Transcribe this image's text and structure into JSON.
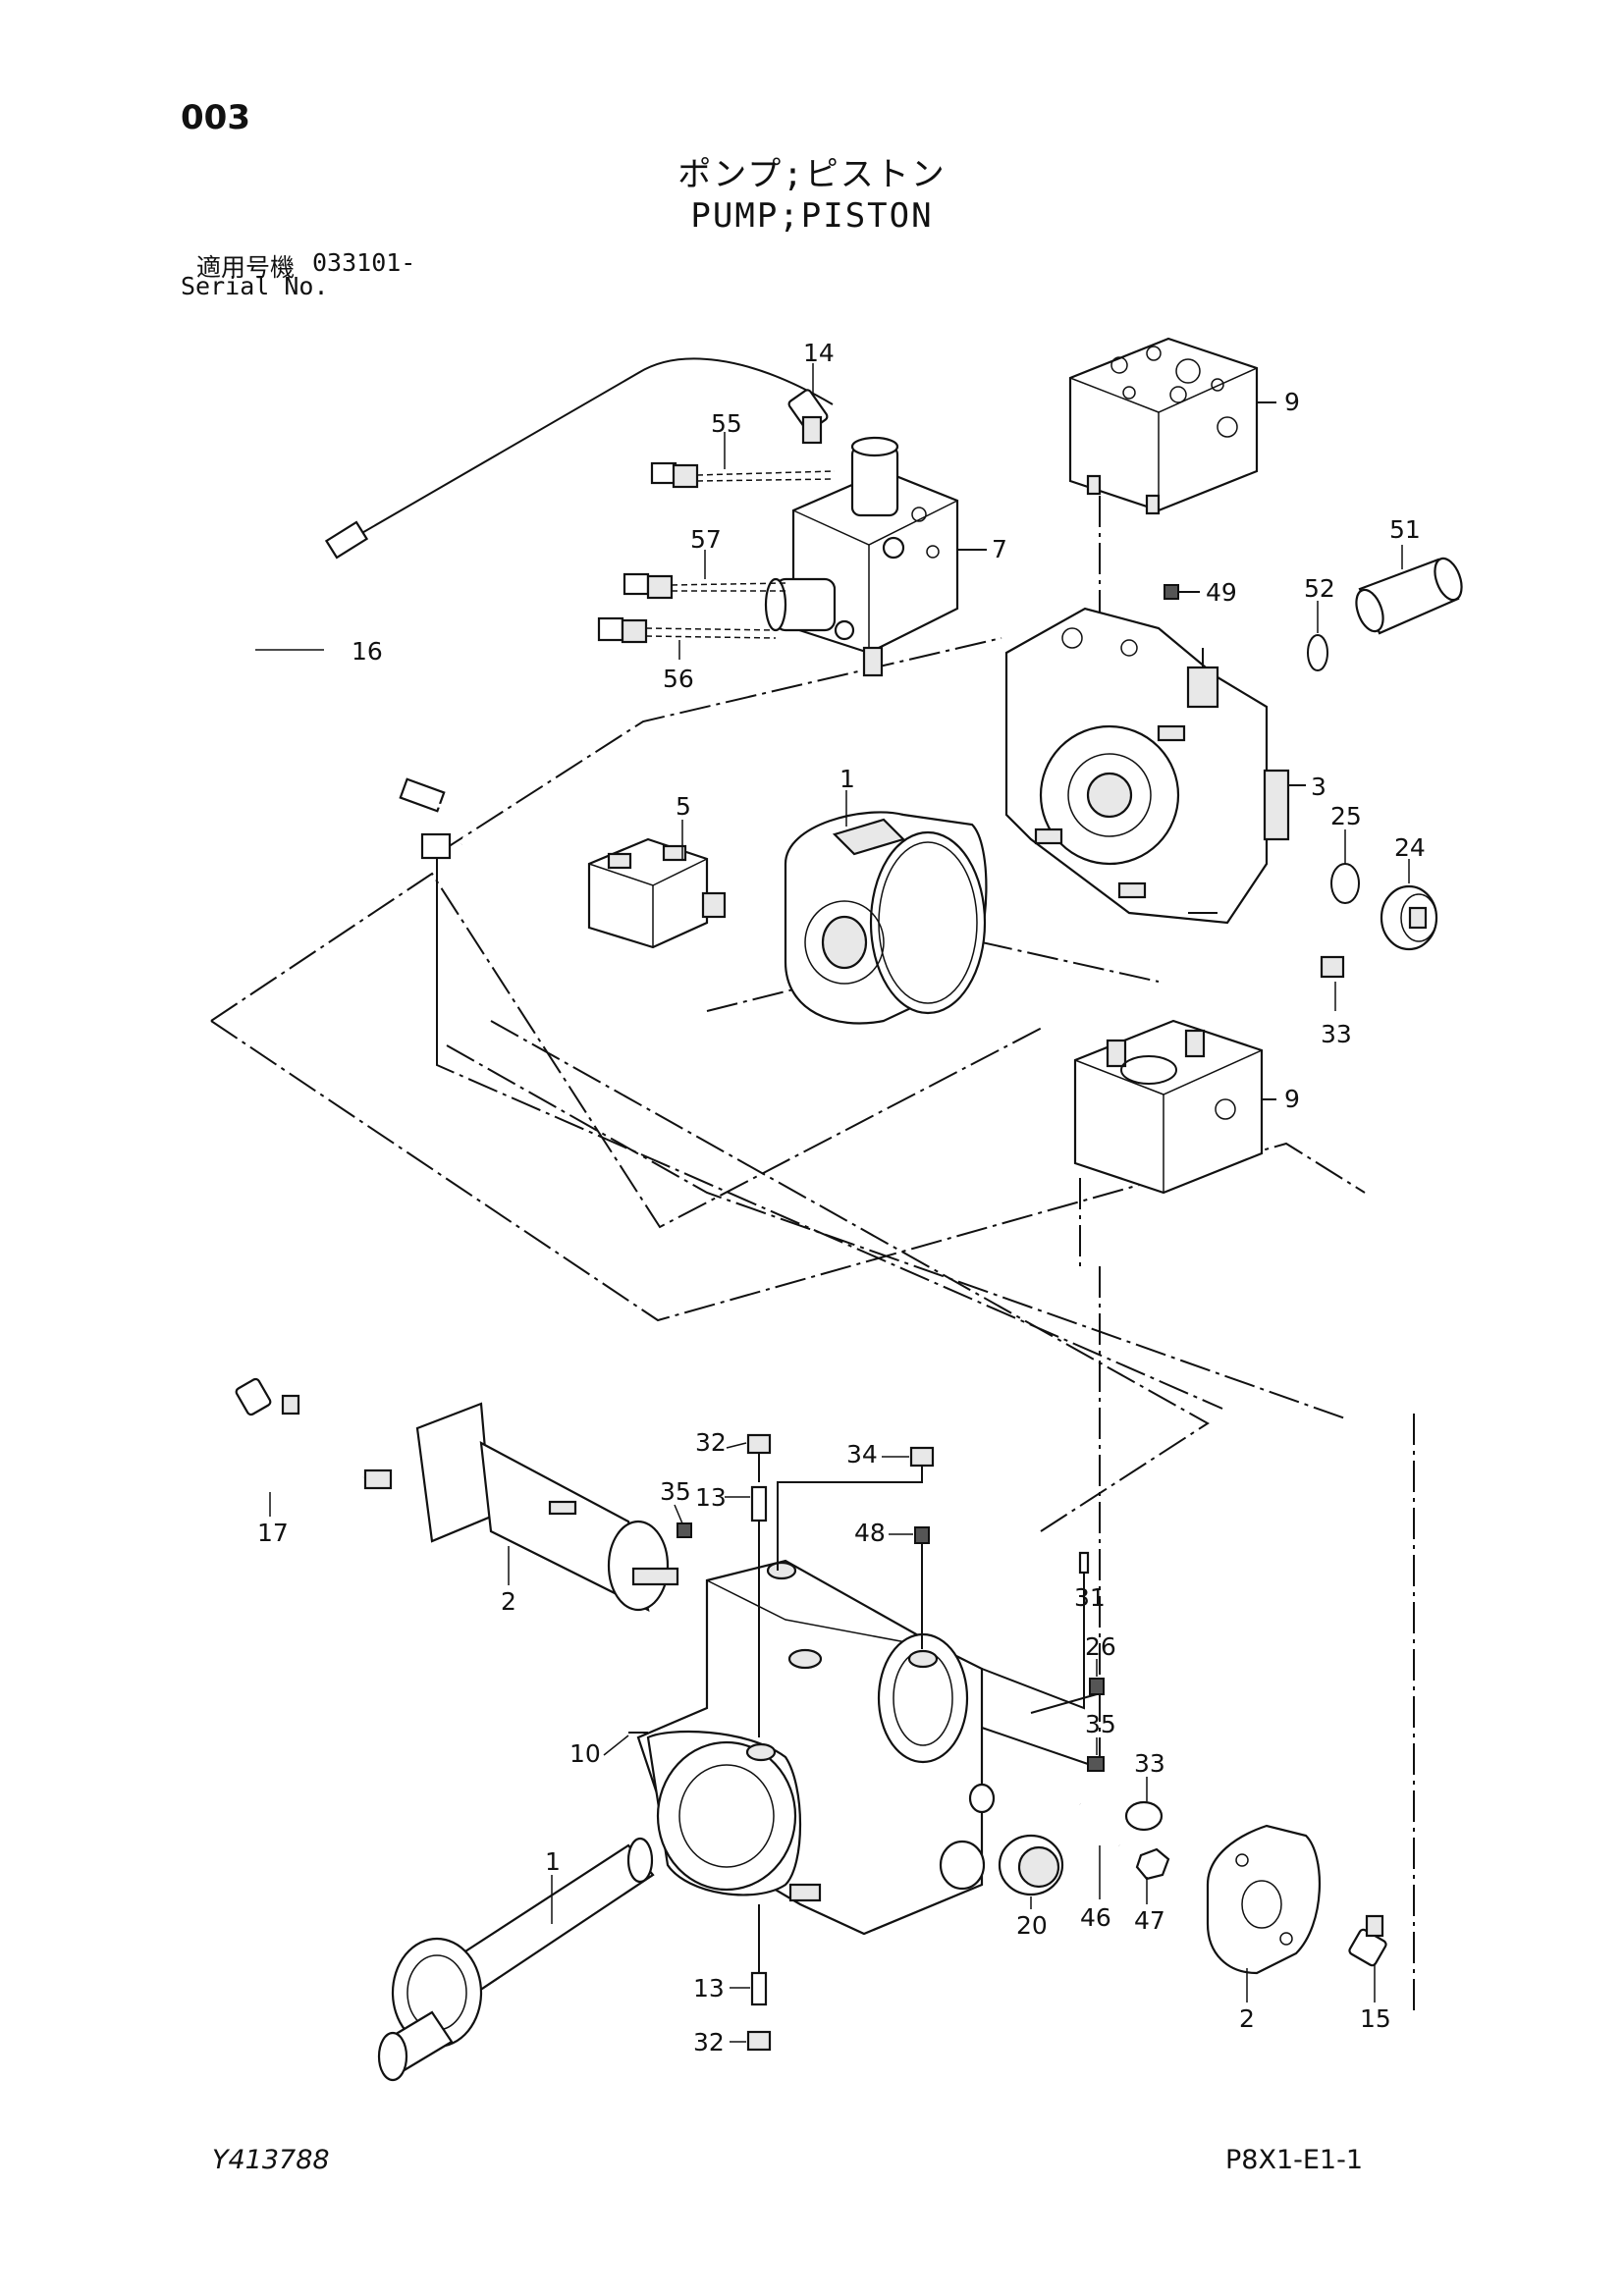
{
  "header": {
    "page_number": "003",
    "title_jp": "ポンプ;ピストン",
    "title_en": "PUMP;PISTON",
    "serial_label_jp": "適用号機",
    "serial_value": "033101-",
    "serial_label_en": "Serial No."
  },
  "footer": {
    "drawing_code": "Y413788",
    "sheet_code": "P8X1-E1-1"
  },
  "callouts": {
    "c14": "14",
    "c55": "55",
    "c7": "7",
    "c57": "57",
    "c56": "56",
    "c16": "16",
    "c9_top": "9",
    "c51": "51",
    "c49": "49",
    "c52": "52",
    "c3": "3",
    "c25": "25",
    "c24": "24",
    "c33_top": "33",
    "c9_bottom": "9",
    "c5": "5",
    "c1_top": "1",
    "c17": "17",
    "c2_left": "2",
    "c32_top": "32",
    "c34": "34",
    "c35_left": "35",
    "c13_top": "13",
    "c48": "48",
    "c31": "31",
    "c26": "26",
    "c35_right": "35",
    "c33_bottom": "33",
    "c10": "10",
    "c1_bottom": "1",
    "c46": "46",
    "c47": "47",
    "c20": "20",
    "c13_bottom": "13",
    "c32_bottom": "32",
    "c2_right": "2",
    "c15": "15"
  }
}
